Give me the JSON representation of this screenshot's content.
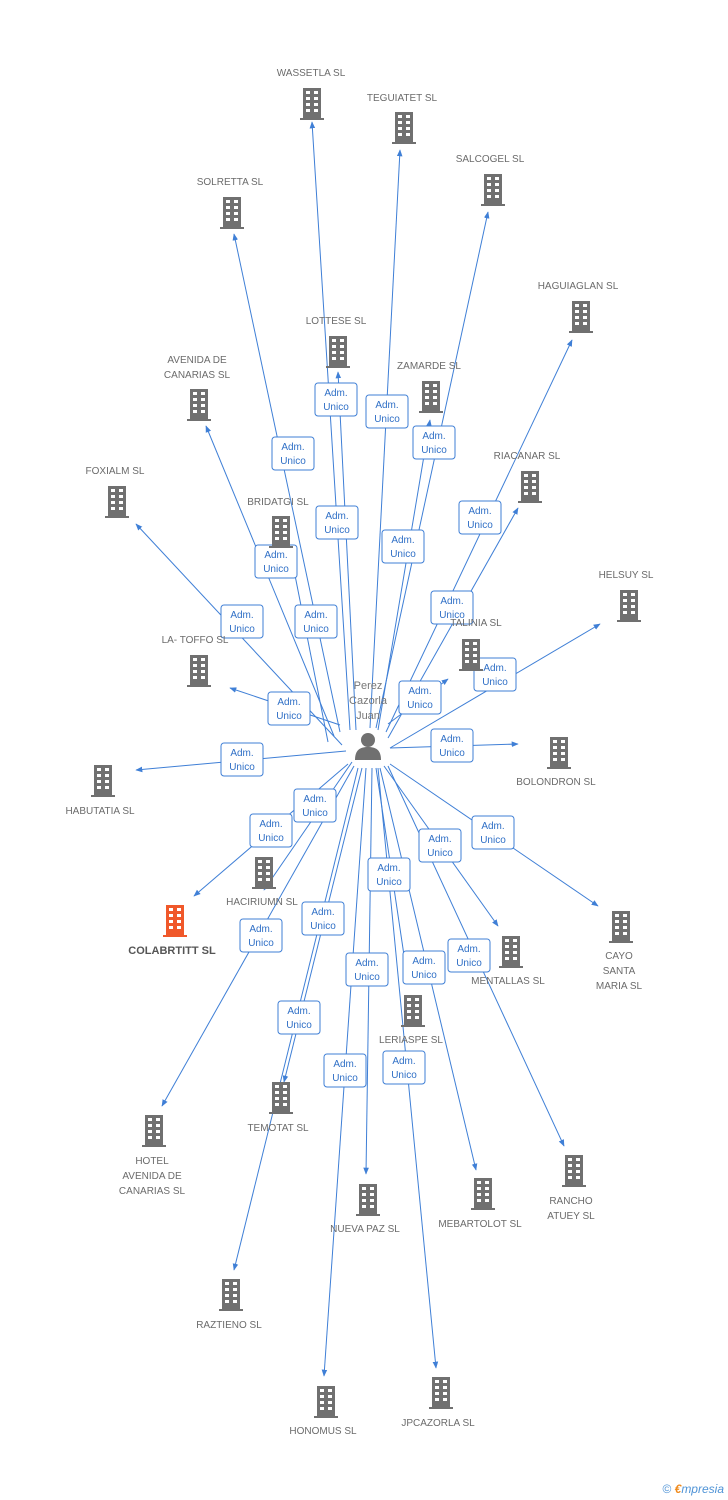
{
  "colors": {
    "edge": "#3f7fd6",
    "building": "#707070",
    "highlight": "#f0582a",
    "label": "#6b6b6b"
  },
  "center": {
    "label_lines": [
      "Perez",
      "Cazorla",
      "Juan"
    ],
    "icon": "person-icon"
  },
  "relation_label_lines": [
    "Adm.",
    "Unico"
  ],
  "nodes": [
    {
      "id": "wassetla",
      "label_lines": [
        "WASSETLA SL"
      ]
    },
    {
      "id": "teguiatet",
      "label_lines": [
        "TEGUIATET SL"
      ]
    },
    {
      "id": "salcogel",
      "label_lines": [
        "SALCOGEL SL"
      ]
    },
    {
      "id": "solretta",
      "label_lines": [
        "SOLRETTA SL"
      ]
    },
    {
      "id": "haguiaglan",
      "label_lines": [
        "HAGUIAGLAN SL"
      ]
    },
    {
      "id": "lottese",
      "label_lines": [
        "LOTTESE SL"
      ]
    },
    {
      "id": "avenida-canarias",
      "label_lines": [
        "AVENIDA DE",
        "CANARIAS SL"
      ]
    },
    {
      "id": "zamarde",
      "label_lines": [
        "ZAMARDE SL"
      ]
    },
    {
      "id": "riacanar",
      "label_lines": [
        "RIACANAR SL"
      ]
    },
    {
      "id": "foxialm",
      "label_lines": [
        "FOXIALM SL"
      ]
    },
    {
      "id": "bridatgi",
      "label_lines": [
        "BRIDATGI SL"
      ]
    },
    {
      "id": "helsuy",
      "label_lines": [
        "HELSUY SL"
      ]
    },
    {
      "id": "la-toffo",
      "label_lines": [
        "LA- TOFFO SL"
      ]
    },
    {
      "id": "vitalinia",
      "label_lines": [
        "TALINIA SL"
      ]
    },
    {
      "id": "habutatia",
      "label_lines": [
        "HABUTATIA SL"
      ]
    },
    {
      "id": "bolondron",
      "label_lines": [
        "BOLONDRON SL"
      ]
    },
    {
      "id": "haciriumn",
      "label_lines": [
        "HACIRIUMN SL"
      ]
    },
    {
      "id": "colabrtitt",
      "label_lines": [
        "COLABRTITT SL"
      ],
      "highlight": true
    },
    {
      "id": "cayo-santa-maria",
      "label_lines": [
        "CAYO",
        "SANTA",
        "MARIA SL"
      ]
    },
    {
      "id": "mentallas",
      "label_lines": [
        "MENTALLAS SL"
      ]
    },
    {
      "id": "leriaspe",
      "label_lines": [
        "LERIASPE SL"
      ]
    },
    {
      "id": "temotat",
      "label_lines": [
        "TEMOTAT SL"
      ]
    },
    {
      "id": "hotel-avenida",
      "label_lines": [
        "HOTEL",
        "AVENIDA DE",
        "CANARIAS SL"
      ]
    },
    {
      "id": "rancho-atuey",
      "label_lines": [
        "RANCHO",
        "ATUEY SL"
      ]
    },
    {
      "id": "mebartolot",
      "label_lines": [
        "MEBARTOLOT SL"
      ]
    },
    {
      "id": "nueva-paz",
      "label_lines": [
        "NUEVA PAZ SL"
      ]
    },
    {
      "id": "raztieno",
      "label_lines": [
        "RAZTIENO SL"
      ]
    },
    {
      "id": "honomus",
      "label_lines": [
        "HONOMUS SL"
      ]
    },
    {
      "id": "jpcazorla",
      "label_lines": [
        "JPCAZORLA SL"
      ]
    }
  ],
  "footer": {
    "copyright": "©",
    "brand_initial": "€",
    "brand_rest": "mpresia"
  }
}
